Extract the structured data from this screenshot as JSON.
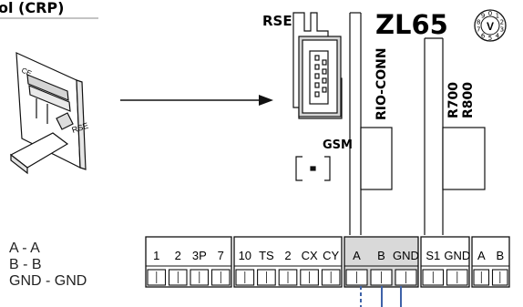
{
  "title": "ol (CRP)",
  "labels": {
    "rse": "RSE",
    "rse_small": "RSE",
    "ce": "CE",
    "gsm": "GSM",
    "board": "ZL65",
    "rio_conn": "RIO-CONN",
    "r700": "R700",
    "r800": "R800",
    "dial": "V"
  },
  "legend": [
    "A - A",
    "B - B",
    "GND - GND"
  ],
  "terminal_blocks": [
    {
      "id": "block-1",
      "pins": [
        "1",
        "2",
        "3P",
        "7"
      ]
    },
    {
      "id": "block-2",
      "pins": [
        "10",
        "TS",
        "2",
        "CX",
        "CY"
      ]
    },
    {
      "id": "block-3",
      "pins": [
        "A",
        "B",
        "GND"
      ],
      "highlighted": true
    },
    {
      "id": "block-4",
      "pins": [
        "S1",
        "GND"
      ]
    },
    {
      "id": "block-5",
      "pins": [
        "A",
        "B"
      ]
    }
  ],
  "dial_digits": [
    "0",
    "1",
    "2",
    "3",
    "4",
    "5",
    "6",
    "7",
    "8",
    "9"
  ],
  "colors": {
    "highlight_block": "#d9d9d9",
    "wire": "#3e62a8",
    "line": "#111111"
  }
}
